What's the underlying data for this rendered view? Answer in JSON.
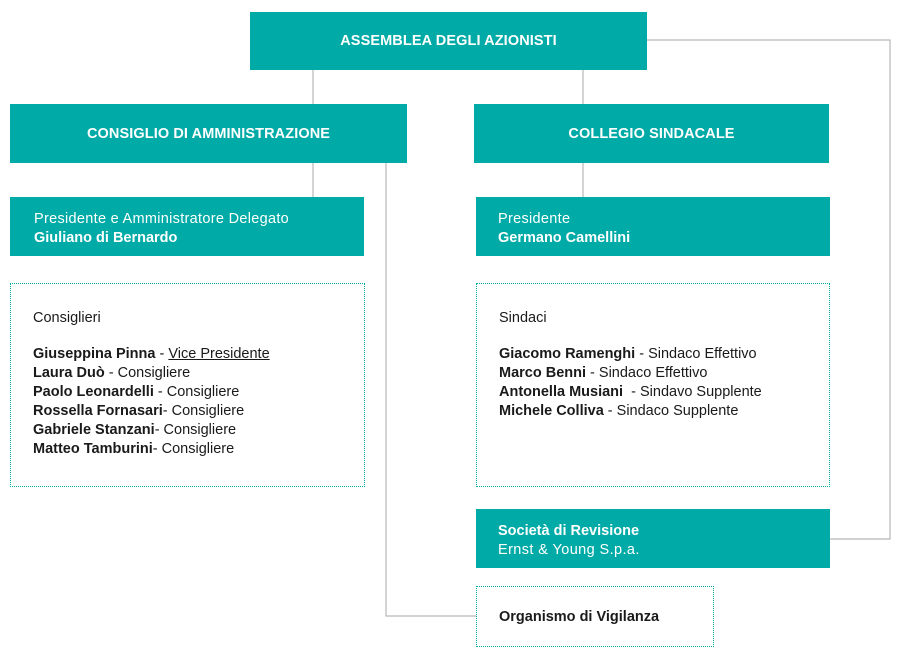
{
  "assemblea": {
    "label": "ASSEMBLEA DEGLI AZIONISTI"
  },
  "cda": {
    "label": "CONSIGLIO DI AMMINISTRAZIONE",
    "presidente": {
      "role": "Presidente e Amministratore Delegato",
      "name": "Giuliano di Bernardo"
    },
    "consiglieri": {
      "heading": "Consiglieri",
      "members": [
        {
          "name": "Giuseppina Pinna",
          "sep": " - ",
          "role": "Vice Presidente"
        },
        {
          "name": "Laura Duò",
          "sep": " - ",
          "role": "Consigliere"
        },
        {
          "name": "Paolo Leonardelli",
          "sep": " - ",
          "role": "Consigliere"
        },
        {
          "name": "Rossella Fornasari",
          "sep": "- ",
          "role": "Consigliere"
        },
        {
          "name": "Gabriele Stanzani",
          "sep": "- ",
          "role": "Consigliere"
        },
        {
          "name": "Matteo Tamburini",
          "sep": "- ",
          "role": "Consigliere"
        }
      ]
    }
  },
  "collegio": {
    "label": "COLLEGIO SINDACALE",
    "presidente": {
      "role": "Presidente",
      "name": "Germano Camellini"
    },
    "sindaci": {
      "heading": "Sindaci",
      "members": [
        {
          "name": "Giacomo Ramenghi",
          "sep": " - ",
          "role": "Sindaco Effettivo"
        },
        {
          "name": "Marco Benni",
          "sep": " - ",
          "role": "Sindaco Effettivo"
        },
        {
          "name": "Antonella Musiani",
          "sep": "  - ",
          "role": "Sindavo Supplente"
        },
        {
          "name": "Michele Colliva",
          "sep": " - ",
          "role": "Sindaco Supplente"
        }
      ]
    }
  },
  "revisione": {
    "title": "Società di Revisione",
    "firm": "Ernst & Young S.p.a."
  },
  "vigilanza": {
    "label": "Organismo di Vigilanza"
  },
  "colors": {
    "teal": "#00aaa6",
    "connector": "#b7b7b7"
  }
}
